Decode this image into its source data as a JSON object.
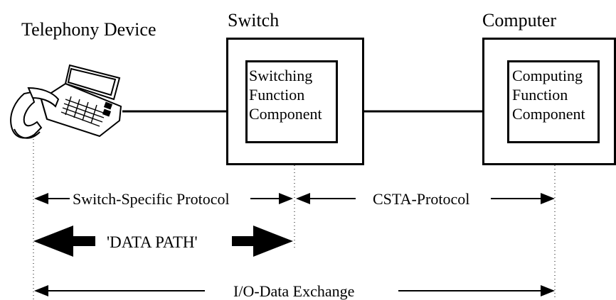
{
  "nodes": {
    "telephony": {
      "title": "Telephony Device"
    },
    "switch": {
      "title": "Switch",
      "component": [
        "Switching",
        "Function",
        "Component"
      ]
    },
    "computer": {
      "title": "Computer",
      "component": [
        "Computing",
        "Function",
        "Component"
      ]
    }
  },
  "protocols": {
    "switch_specific": "Switch-Specific Protocol",
    "csta": "CSTA-Protocol",
    "data_path": "'DATA PATH'",
    "io_exchange": "I/O-Data Exchange"
  },
  "icons": {
    "phone": "telephone-icon"
  }
}
